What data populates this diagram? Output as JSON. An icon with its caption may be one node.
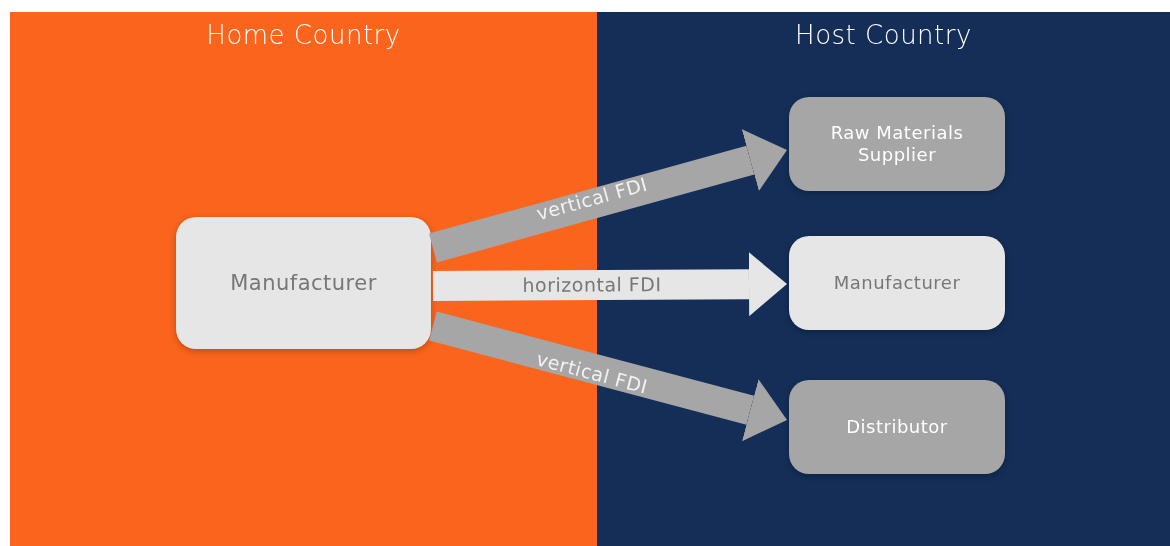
{
  "diagram": {
    "nodes": [
      {
        "text": [
          "Home Country"
        ]
      },
      {
        "text": [
          "Manufacturer"
        ],
        "in": 0
      },
      {
        "text": [
          "Host Country"
        ]
      },
      {
        "text": [
          "Raw Materials Supplier"
        ],
        "in": 2
      },
      {
        "text": [
          "Manufacturer"
        ],
        "in": 2
      },
      {
        "text": [
          "Distributor"
        ],
        "in": 2
      }
    ],
    "edges": [
      {
        "from": 1,
        "to": 3,
        "arrow": "to",
        "label": "vertical FDI"
      },
      {
        "from": 1,
        "to": 4,
        "arrow": "to",
        "label": "horizontal FDI",
        "color": "#e6e6e6"
      },
      {
        "from": 1,
        "to": 5,
        "arrow": "to",
        "label": "vertical FDI"
      }
    ]
  }
}
